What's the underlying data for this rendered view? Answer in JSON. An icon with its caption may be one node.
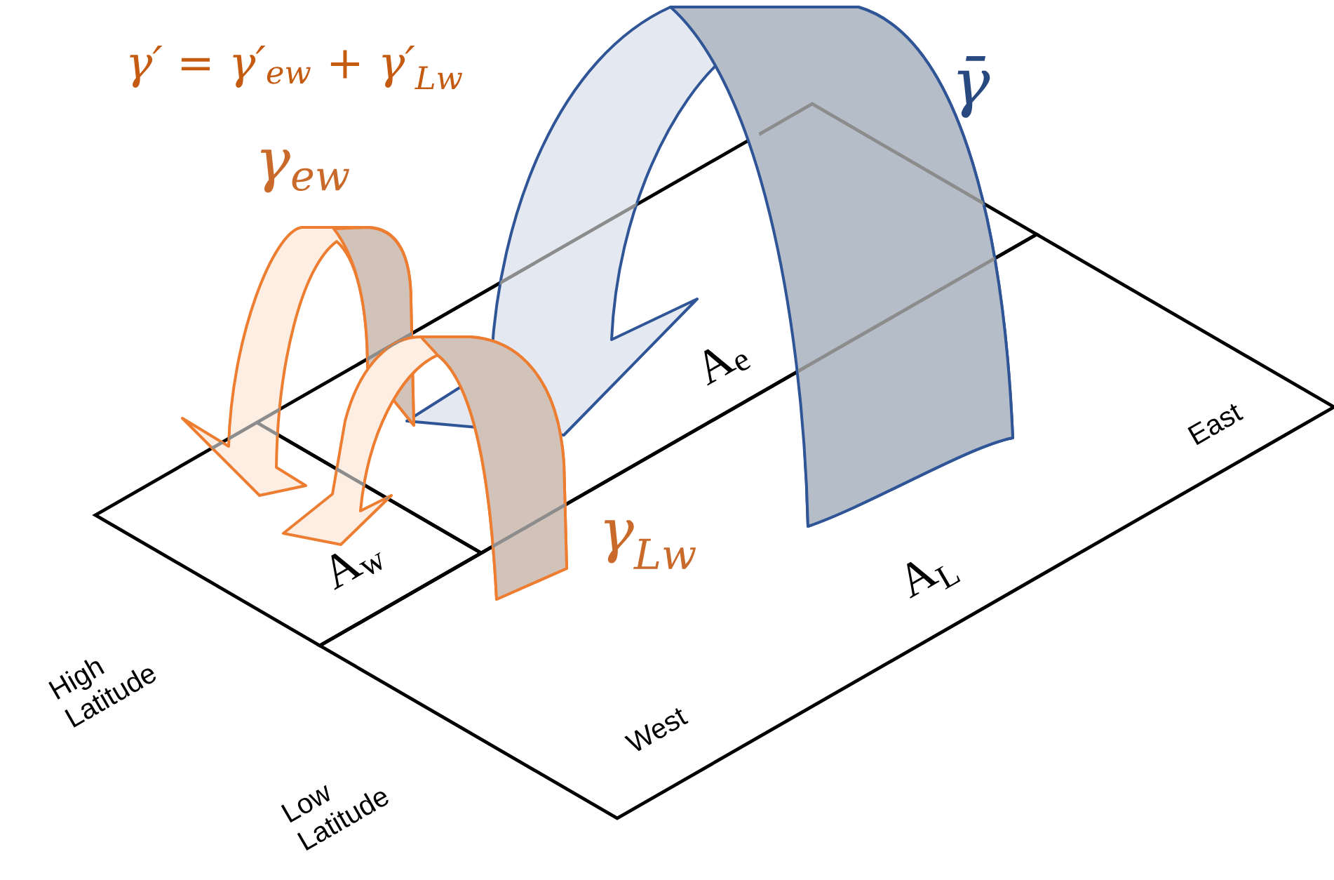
{
  "diagram": {
    "nodes": [
      {
        "text": [
          "A$_{w}$"
        ]
      },
      {
        "text": [
          "A$_{e}$"
        ]
      },
      {
        "text": [
          "A$_{L}$"
        ]
      }
    ],
    "edges": [
      {
        "from": 2,
        "to": 1,
        "arrow": "to",
        "label": "γ̄",
        "color": "#2f5597"
      },
      {
        "from": 1,
        "to": 0,
        "arrow": "to",
        "label": "γ$_{ew}$"
      },
      {
        "from": 2,
        "to": 0,
        "arrow": "to",
        "label": "γ$_{Lw}$"
      }
    ],
    "labels": [
      "γ′ = γ′$_{ew}$ + γ′$_{Lw}$",
      "High Latitude",
      "Low Latitude",
      "West",
      "East"
    ]
  }
}
